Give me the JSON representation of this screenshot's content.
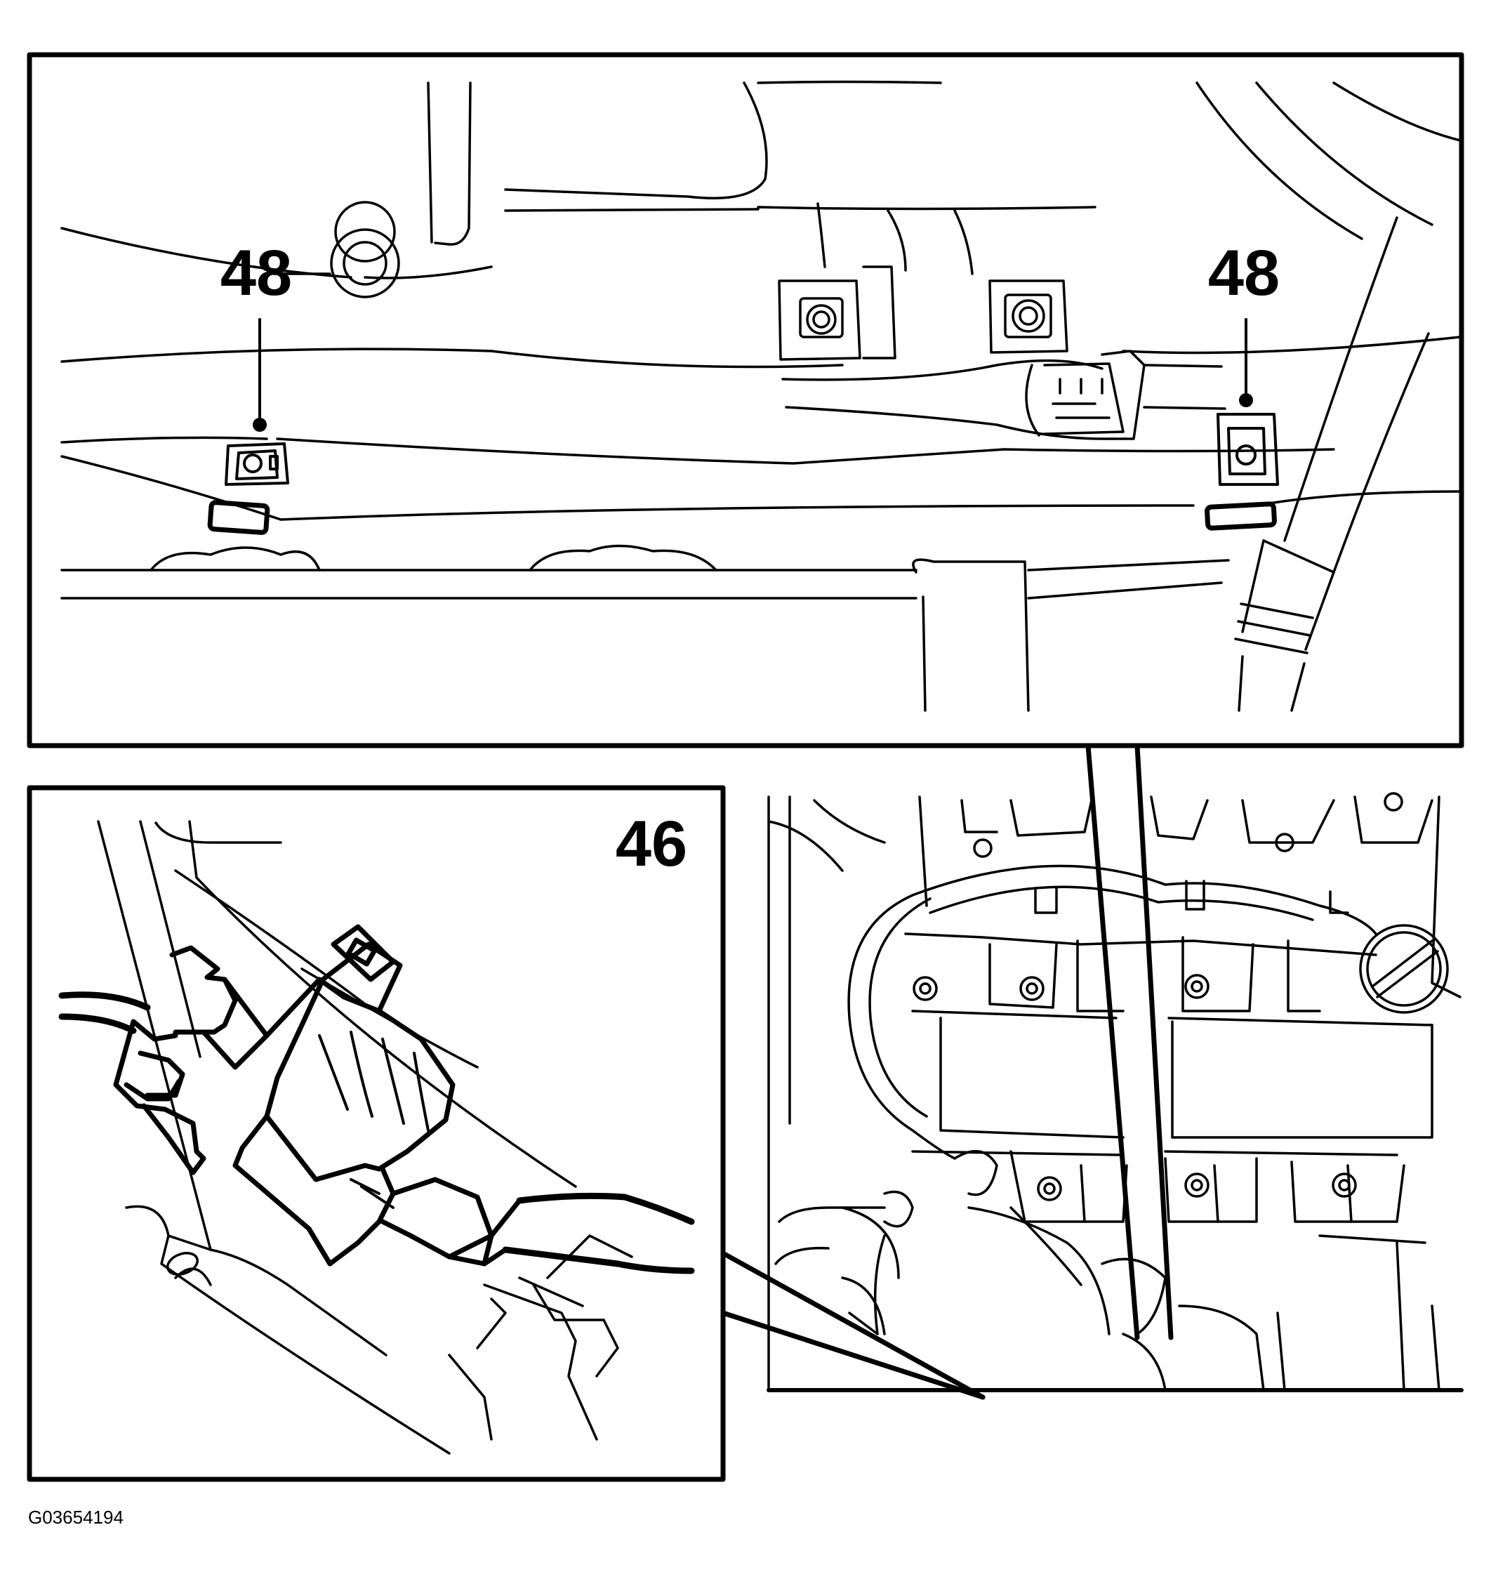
{
  "labels": {
    "top_left": "48",
    "top_right": "48",
    "bottom_left": "46"
  },
  "figure_ref": "G03654194",
  "colors": {
    "ink": "#000000",
    "paper": "#ffffff"
  }
}
